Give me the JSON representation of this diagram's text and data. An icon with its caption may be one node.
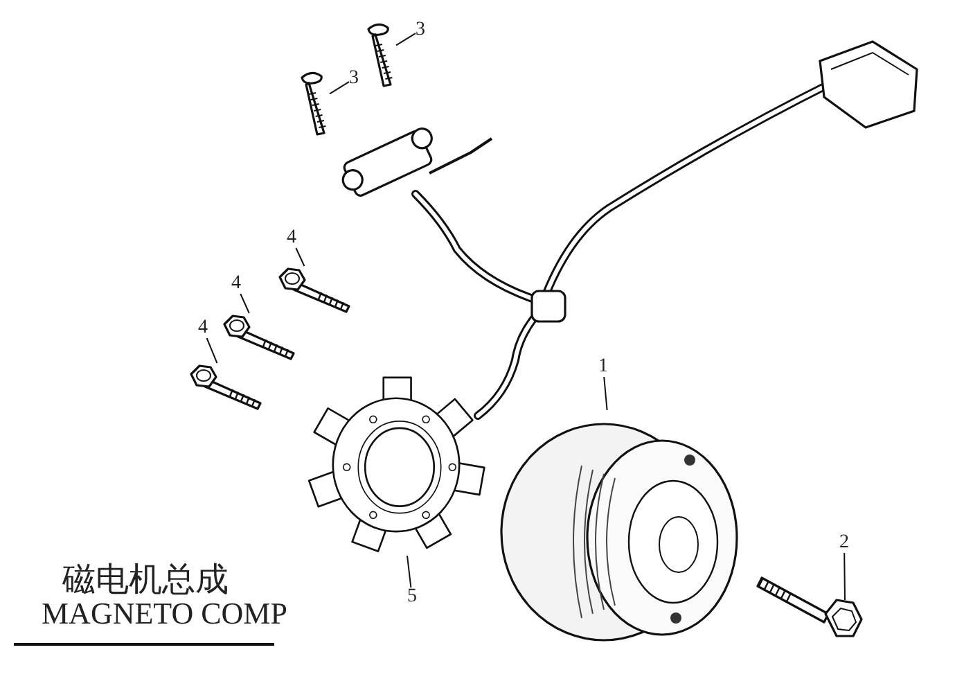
{
  "diagram": {
    "nodes": [
      {
        "text": [
          "3"
        ]
      },
      {
        "text": [
          "3"
        ]
      },
      {
        "text": [
          "4"
        ]
      },
      {
        "text": [
          "4"
        ]
      },
      {
        "text": [
          "4"
        ]
      },
      {
        "text": [
          "1"
        ]
      },
      {
        "text": [
          "2"
        ]
      },
      {
        "text": [
          "5"
        ]
      },
      {
        "text": [],
        "shape": "picture"
      },
      {
        "text": [],
        "shape": "picture"
      },
      {
        "text": [],
        "shape": "picture"
      },
      {
        "text": [],
        "shape": "picture"
      },
      {
        "text": [],
        "shape": "picture"
      },
      {
        "text": [],
        "shape": "picture"
      },
      {
        "text": [],
        "shape": "picture"
      },
      {
        "text": [],
        "shape": "picture"
      }
    ],
    "edges": [
      {
        "from": 0,
        "to": 12,
        "arrow": "none"
      },
      {
        "from": 1,
        "to": 10,
        "arrow": "none"
      },
      {
        "from": 2,
        "to": 11,
        "arrow": "none"
      },
      {
        "from": 3,
        "to": 9,
        "arrow": "none"
      },
      {
        "from": 4,
        "to": 8,
        "arrow": "none"
      },
      {
        "from": 5,
        "to": 14,
        "arrow": "none"
      },
      {
        "from": 6,
        "to": 15,
        "arrow": "none"
      },
      {
        "from": 7,
        "to": 13,
        "arrow": "none"
      }
    ],
    "labels": [
      "磁电机总成",
      "MAGNETO COMP"
    ]
  }
}
